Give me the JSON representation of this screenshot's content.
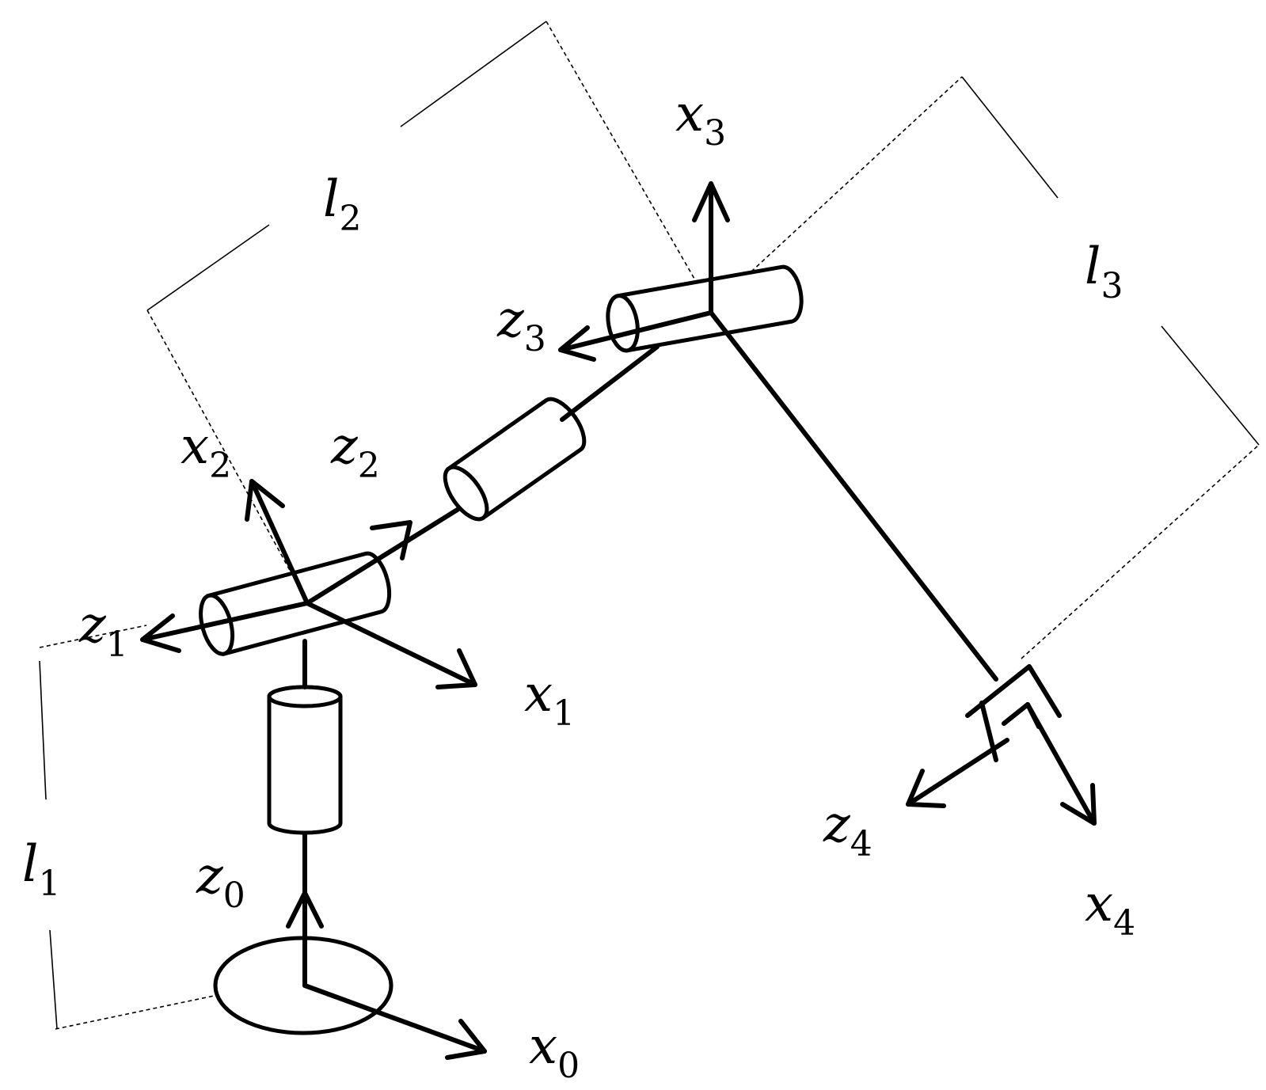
{
  "labels": {
    "x0": {
      "base": "x",
      "sub": "0"
    },
    "z0": {
      "base": "z",
      "sub": "0"
    },
    "x1": {
      "base": "x",
      "sub": "1"
    },
    "z1": {
      "base": "z",
      "sub": "1"
    },
    "x2": {
      "base": "x",
      "sub": "2"
    },
    "z2": {
      "base": "z",
      "sub": "2"
    },
    "x3": {
      "base": "x",
      "sub": "3"
    },
    "z3": {
      "base": "z",
      "sub": "3"
    },
    "x4": {
      "base": "x",
      "sub": "4"
    },
    "z4": {
      "base": "z",
      "sub": "4"
    },
    "l1": {
      "base": "l",
      "sub": "1"
    },
    "l2": {
      "base": "l",
      "sub": "2"
    },
    "l3": {
      "base": "l",
      "sub": "3"
    }
  }
}
